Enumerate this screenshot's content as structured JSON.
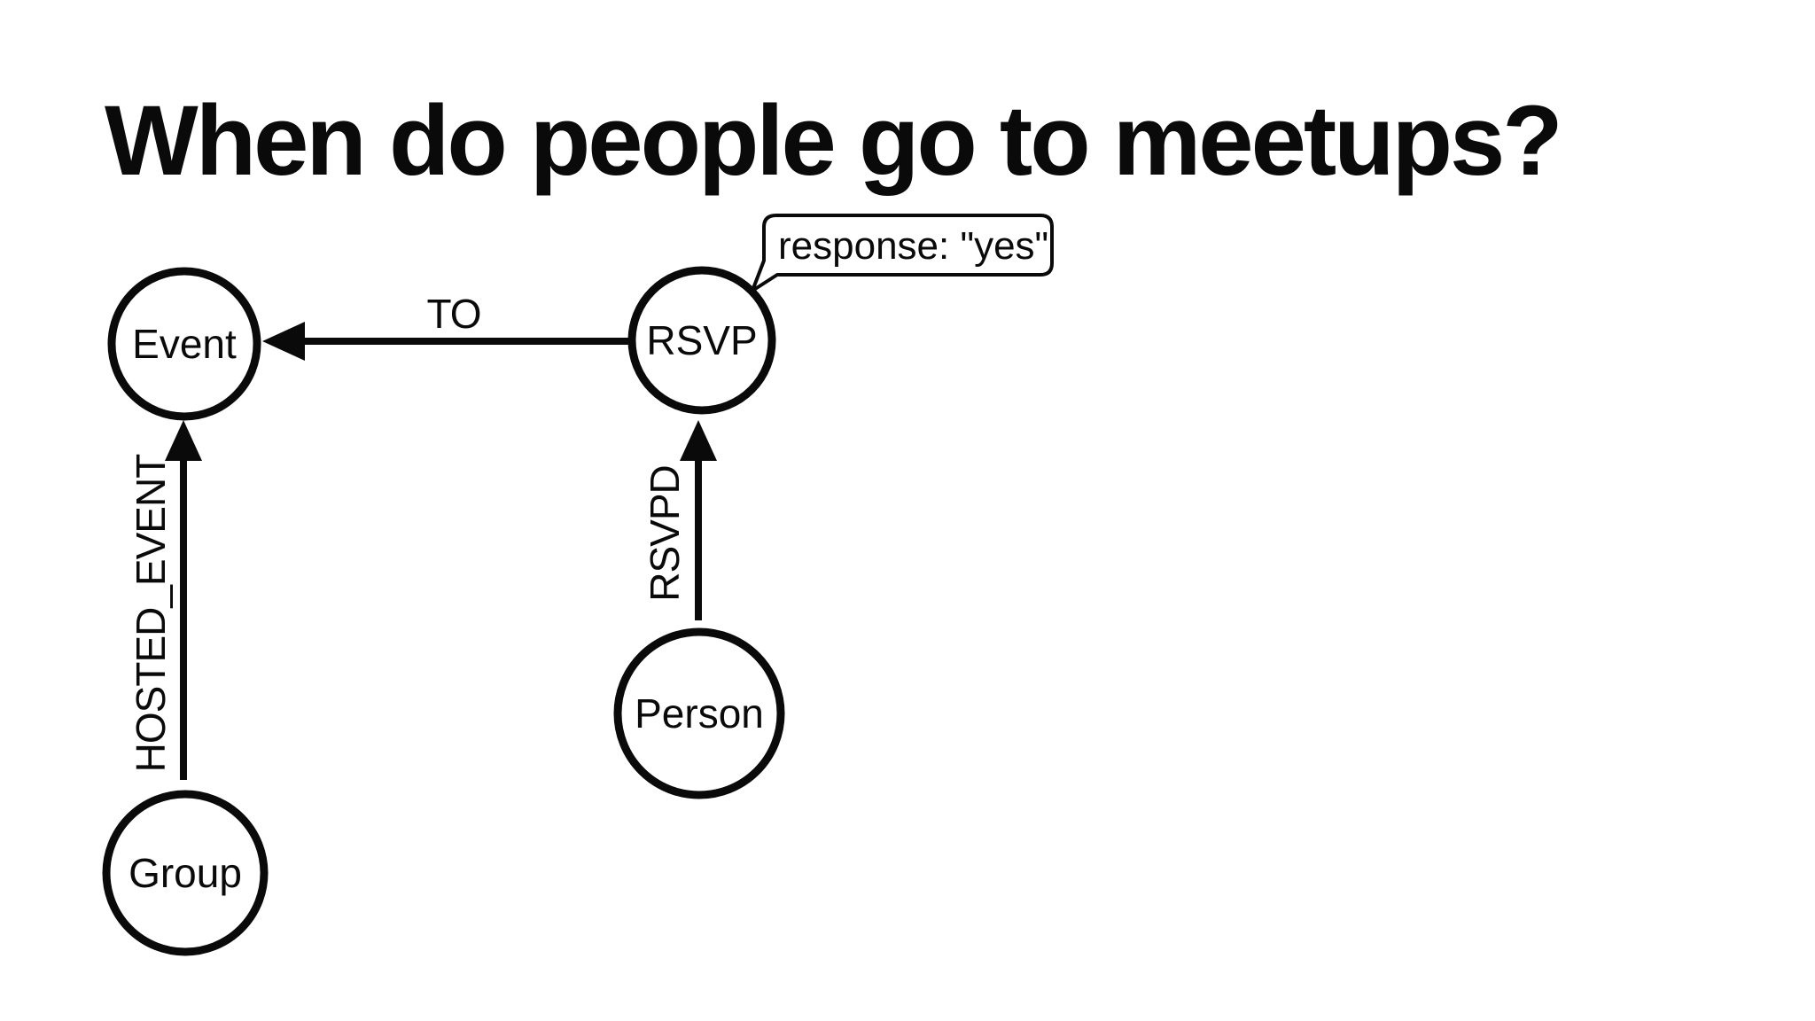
{
  "title": "When do people go to meetups?",
  "colors": {
    "ink": "#0a0a0a",
    "background": "#ffffff"
  },
  "diagram": {
    "type": "graph-data-model",
    "nodes": [
      {
        "id": "event",
        "label": "Event"
      },
      {
        "id": "rsvp",
        "label": "RSVP"
      },
      {
        "id": "group",
        "label": "Group"
      },
      {
        "id": "person",
        "label": "Person"
      }
    ],
    "edges": [
      {
        "from": "rsvp",
        "to": "event",
        "label": "TO"
      },
      {
        "from": "group",
        "to": "event",
        "label": "HOSTED_EVENT"
      },
      {
        "from": "person",
        "to": "rsvp",
        "label": "RSVPD"
      }
    ],
    "callout": {
      "text": "response: \"yes\"",
      "attached_to": "rsvp"
    }
  }
}
